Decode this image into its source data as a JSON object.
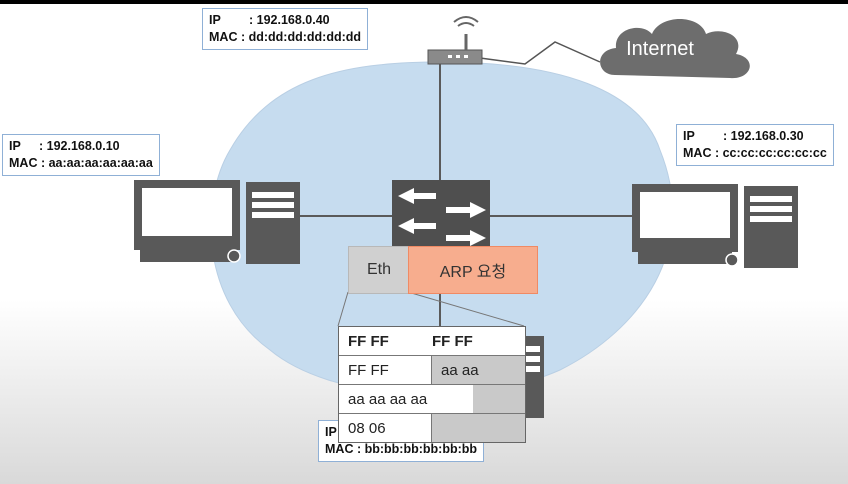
{
  "router_info": {
    "ip_label": "IP",
    "ip_value": ": 192.168.0.40",
    "mac_label": "MAC",
    "mac_value": ": dd:dd:dd:dd:dd:dd"
  },
  "host_left_info": {
    "ip_label": "IP",
    "ip_value": ": 192.168.0.10",
    "mac_label": "MAC",
    "mac_value": ": aa:aa:aa:aa:aa:aa"
  },
  "host_right_info": {
    "ip_label": "IP",
    "ip_value": ": 192.168.0.30",
    "mac_label": "MAC",
    "mac_value": ": cc:cc:cc:cc:cc:cc"
  },
  "host_bottom_info": {
    "ip_label": "IP",
    "mac_label": "MAC",
    "mac_value": ": bb:bb:bb:bb:bb:bb"
  },
  "internet": {
    "label": "Internet"
  },
  "packet": {
    "eth_label": "Eth",
    "arp_label": "ARP 요청"
  },
  "frame_rows": [
    [
      "FF   FF",
      "FF FF"
    ],
    [
      "FF   FF",
      "aa   aa"
    ],
    [
      "aa   aa     aa   aa"
    ],
    [
      "08   06",
      ""
    ]
  ],
  "colors": {
    "network_fill": "#c6dcef",
    "device_gray": "#595959",
    "arp_fill": "#f7ad8e",
    "eth_fill": "#d0d0d0"
  }
}
